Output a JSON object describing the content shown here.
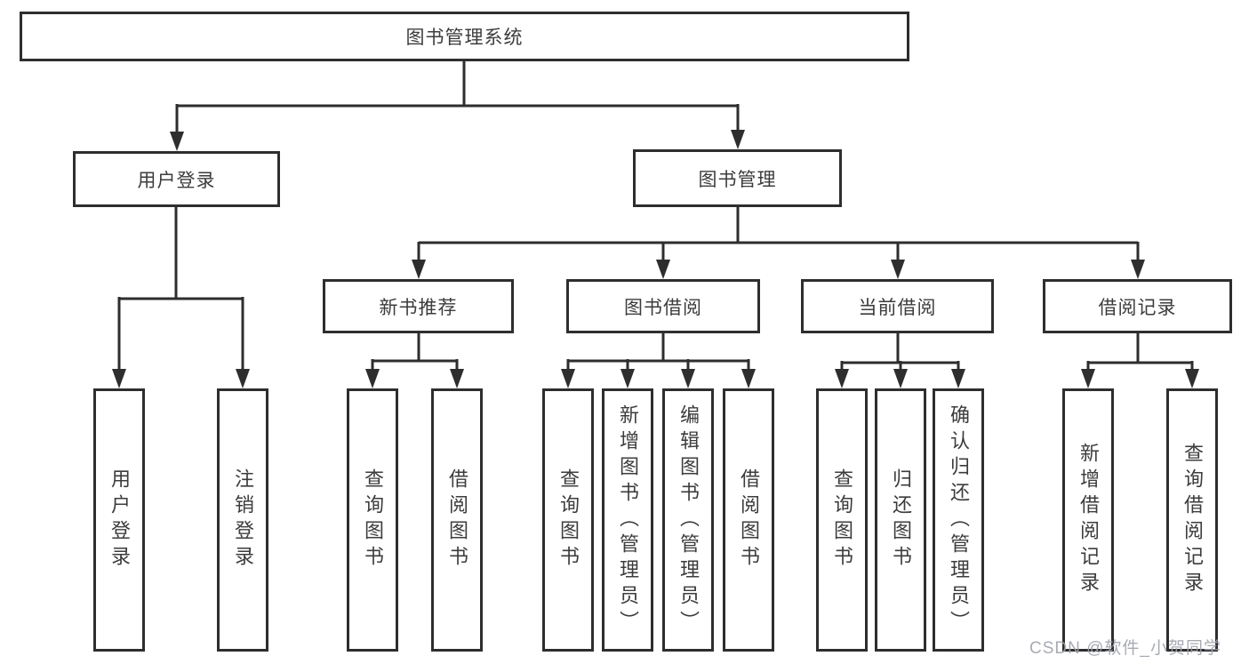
{
  "diagram": {
    "type": "hierarchy-org-chart",
    "colors": {
      "line": "#2e2e2e",
      "box_border": "#2e2e2e",
      "box_fill": "#ffffff",
      "text": "#3c3c3c",
      "watermark": "#9ea2ac",
      "background": "#ffffff"
    },
    "watermark": "CSDN @软件_小贺同学",
    "root": {
      "label": "图书管理系统"
    },
    "branches": [
      {
        "label": "用户登录",
        "leaves": [
          {
            "label": "用户登录"
          },
          {
            "label": "注销登录"
          }
        ]
      },
      {
        "label": "图书管理",
        "groups": [
          {
            "label": "新书推荐",
            "leaves": [
              {
                "label": "查询图书"
              },
              {
                "label": "借阅图书"
              }
            ]
          },
          {
            "label": "图书借阅",
            "leaves": [
              {
                "label": "查询图书"
              },
              {
                "label": "新增图书（管理员）"
              },
              {
                "label": "编辑图书（管理员）"
              },
              {
                "label": "借阅图书"
              }
            ]
          },
          {
            "label": "当前借阅",
            "leaves": [
              {
                "label": "查询图书"
              },
              {
                "label": "归还图书"
              },
              {
                "label": "确认归还（管理员）"
              }
            ]
          },
          {
            "label": "借阅记录",
            "leaves": [
              {
                "label": "新增借阅记录"
              },
              {
                "label": "查询借阅记录"
              }
            ]
          }
        ]
      }
    ]
  }
}
